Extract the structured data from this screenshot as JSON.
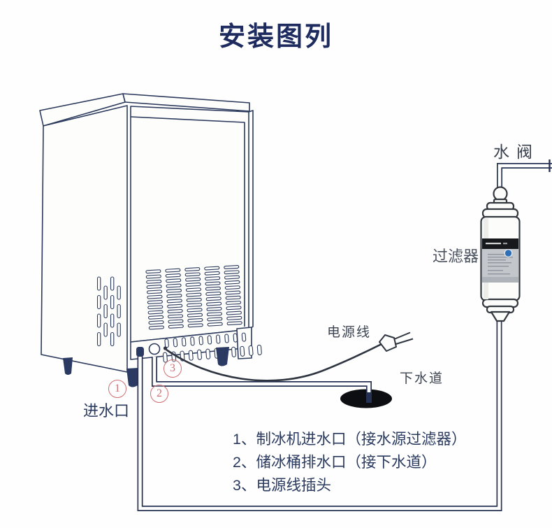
{
  "title": "安装图列",
  "labels": {
    "water_valve": "水阀",
    "filter": "过滤器",
    "power_cord": "电源线",
    "drain": "下水道",
    "water_inlet": "进水口"
  },
  "callouts": {
    "c1": "1",
    "c2": "2",
    "c3": "3"
  },
  "legend": {
    "items": [
      "1、制冰机进水口（接水源过滤器）",
      "2、储冰桶排水口（接下水道）",
      "3、电源线插头"
    ]
  },
  "colors": {
    "line_art_navy": "#2b3a5c",
    "title_text": "#1d2b5e",
    "body_text": "#2a3a5f",
    "gray_label_text": "#3d4553",
    "callout_red": "#cf6f72",
    "drain_hole_black": "#0c0e12",
    "foot_navy": "#2b3a63",
    "filter_label_black": "#17181c",
    "filter_label_silver": "#c3c6cb",
    "filter_badge_blue": "#2e6fb5"
  }
}
